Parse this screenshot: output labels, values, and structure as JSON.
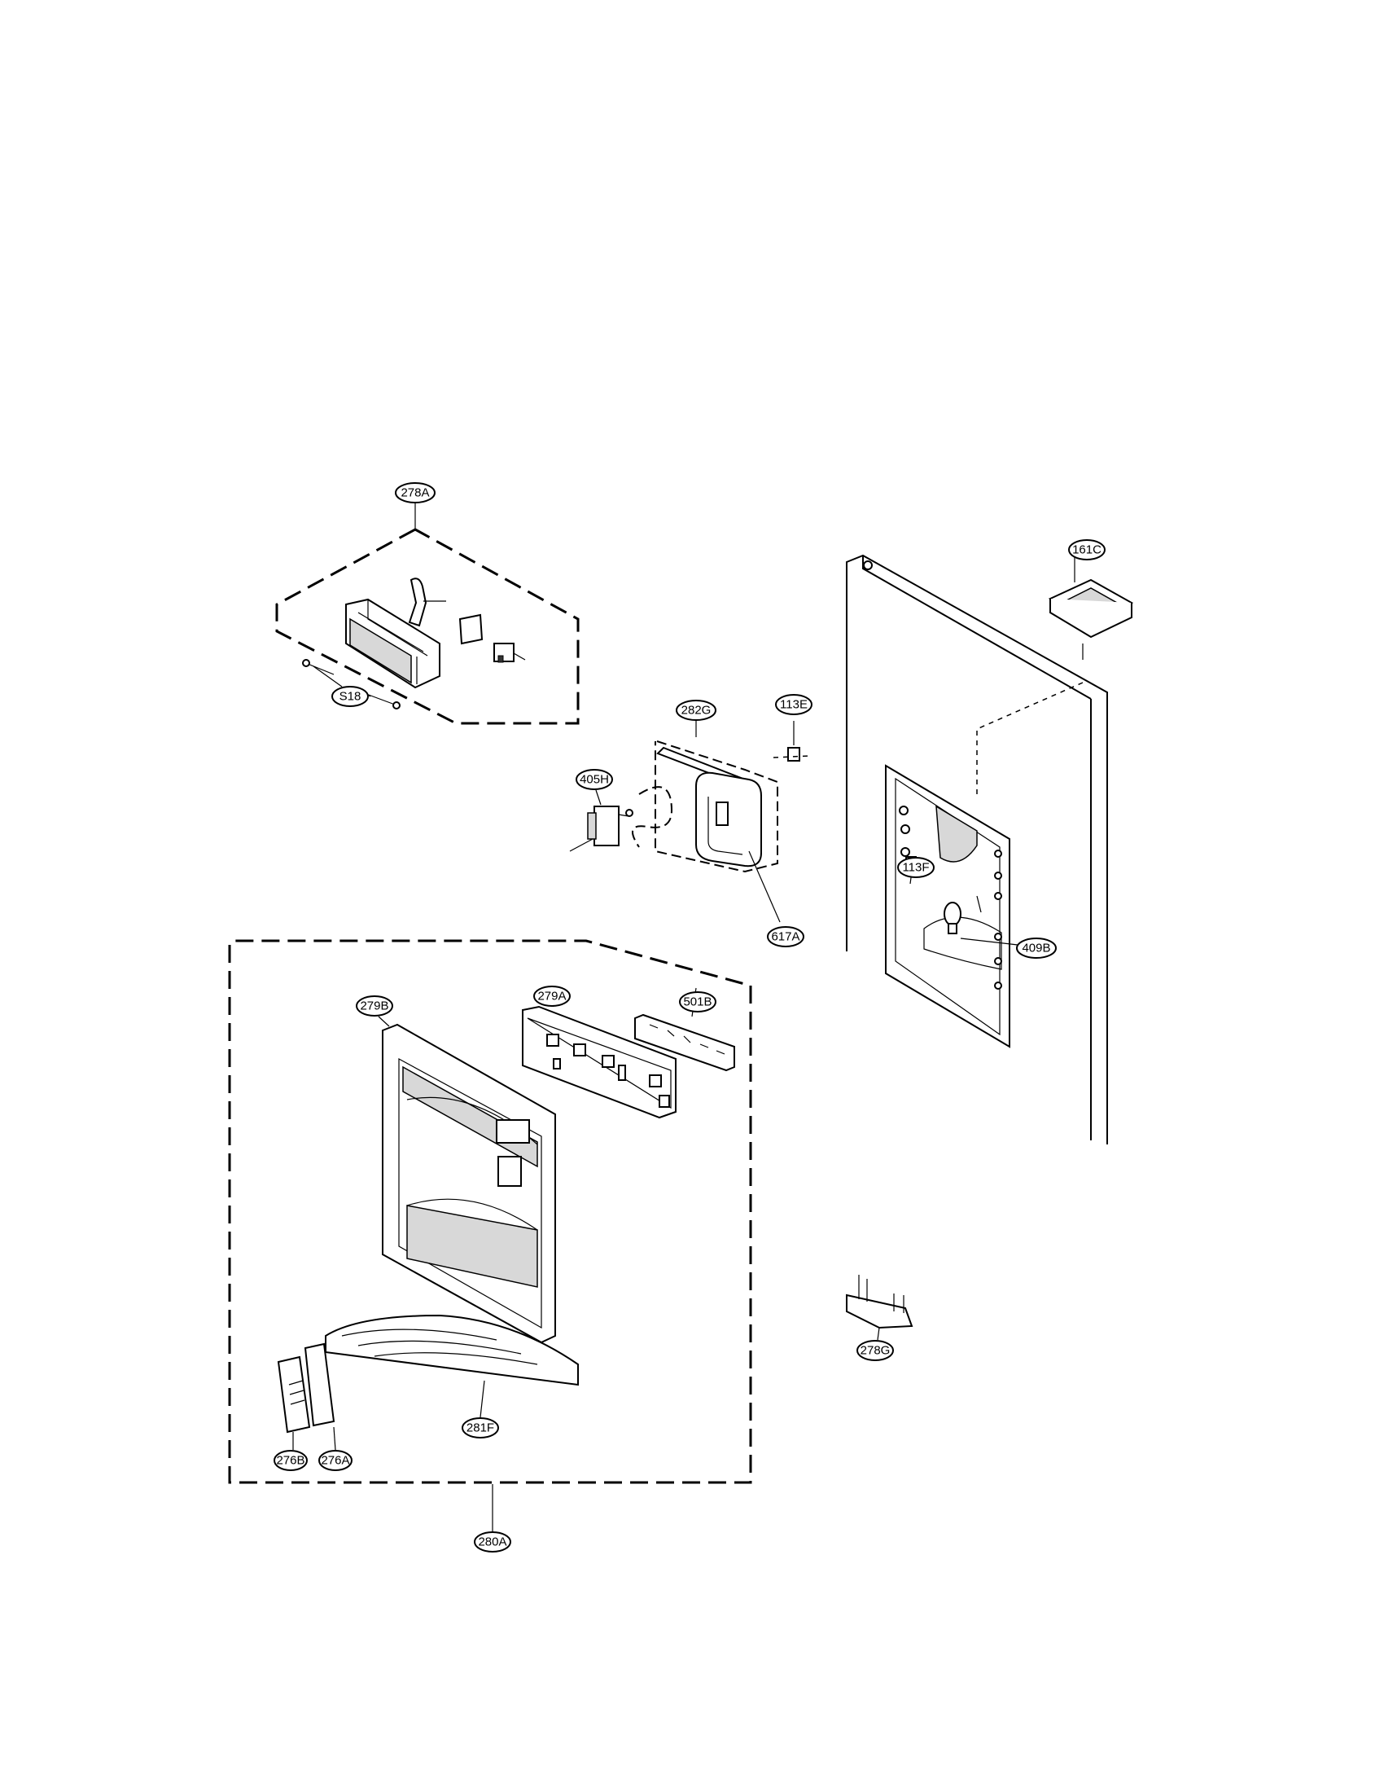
{
  "callouts": {
    "c278A": "278A",
    "cS18": "S18",
    "c282G": "282G",
    "c113E": "113E",
    "c405H": "405H",
    "c617A": "617A",
    "c161C": "161C",
    "c113F": "113F",
    "c409B": "409B",
    "c279B": "279B",
    "c279A": "279A",
    "c501B": "501B",
    "c281F": "281F",
    "c276B": "276B",
    "c276A": "276A",
    "c280A": "280A",
    "c278G": "278G"
  }
}
